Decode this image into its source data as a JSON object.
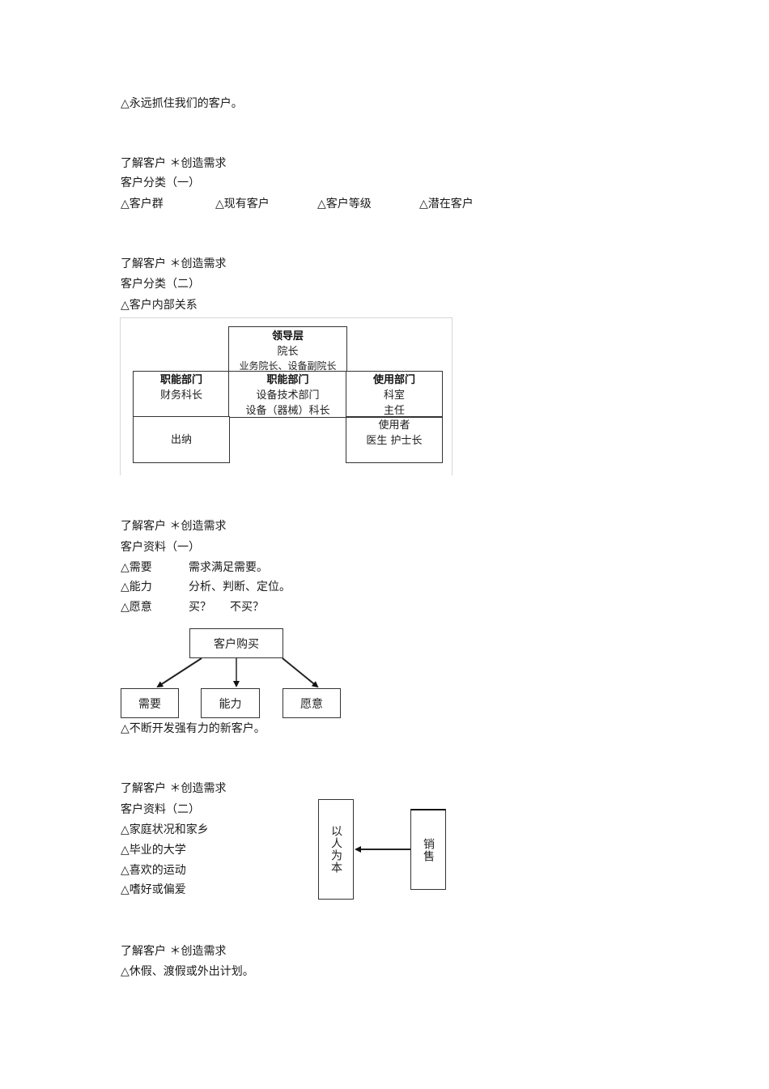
{
  "section0": {
    "line": "△永远抓住我们的客户。"
  },
  "section1": {
    "heading": "了解客户 ＊创造需求",
    "subheading": "客户分类（一）",
    "items": [
      "△客户群",
      "△现有客户",
      "△客户等级",
      "△潜在客户"
    ]
  },
  "section2": {
    "heading": "了解客户 ＊创造需求",
    "subheading": "客户分类（二）",
    "item": "△客户内部关系",
    "org_chart": {
      "leadership": {
        "title": "领导层",
        "lines": [
          "院长",
          "业务院长、设备副院长"
        ]
      },
      "functional_left": {
        "title": "职能部门",
        "lines": [
          "财务科长"
        ]
      },
      "functional_center": {
        "title": "职能部门",
        "lines": [
          "设备技术部门",
          "设备（器械）科长"
        ]
      },
      "user_dept": {
        "title": "使用部门",
        "lines": [
          "科室",
          "主任"
        ]
      },
      "cashier": {
        "title": "",
        "lines": [
          "出纳"
        ]
      },
      "users": {
        "title": "使用者",
        "lines": [
          "医生 护士长"
        ]
      }
    }
  },
  "section3": {
    "heading": "了解客户 ＊创造需求",
    "subheading": "客户资料（一）",
    "rows": [
      {
        "label": "△需要",
        "value": "需求满足需要。"
      },
      {
        "label": "△能力",
        "value": "分析、判断、定位。"
      },
      {
        "label": "△愿意",
        "value": "买？",
        "value2": "不买？"
      }
    ],
    "diagram": {
      "root": "客户购买",
      "children": [
        "需要",
        "能力",
        "愿意"
      ]
    },
    "footer": "△不断开发强有力的新客户。"
  },
  "section4": {
    "heading": "了解客户 ＊创造需求",
    "subheading": "客户资料（二）",
    "items": [
      "△家庭状况和家乡",
      "△毕业的大学",
      "△喜欢的运动",
      "△嗜好或偏爱"
    ],
    "diagram": {
      "left_box": "以人为本",
      "right_box": "销售"
    }
  },
  "section5": {
    "heading": "了解客户 ＊创造需求",
    "item": "△休假、渡假或外出计划。"
  }
}
